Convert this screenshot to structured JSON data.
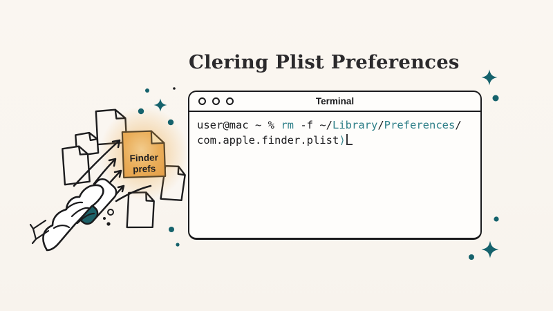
{
  "title": "Clering Plist Preferences",
  "terminal": {
    "title": "Terminal",
    "command": {
      "line1": [
        "user@mac ~ % ",
        "rm",
        " -f ~/",
        "Library",
        "/",
        "Preferences",
        "/"
      ],
      "line2": [
        "com.apple.finder.plist",
        "⟩"
      ]
    }
  },
  "illustration": {
    "note": {
      "line1": "Finder",
      "line2": "prefs"
    }
  },
  "colors": {
    "background": "#f9f5ef",
    "ink": "#1c1c1e",
    "teal_accent": "#15626c",
    "code_teal": "#2e7f88",
    "note_orange": "#e9a84f",
    "note_outline": "#5c482a"
  }
}
